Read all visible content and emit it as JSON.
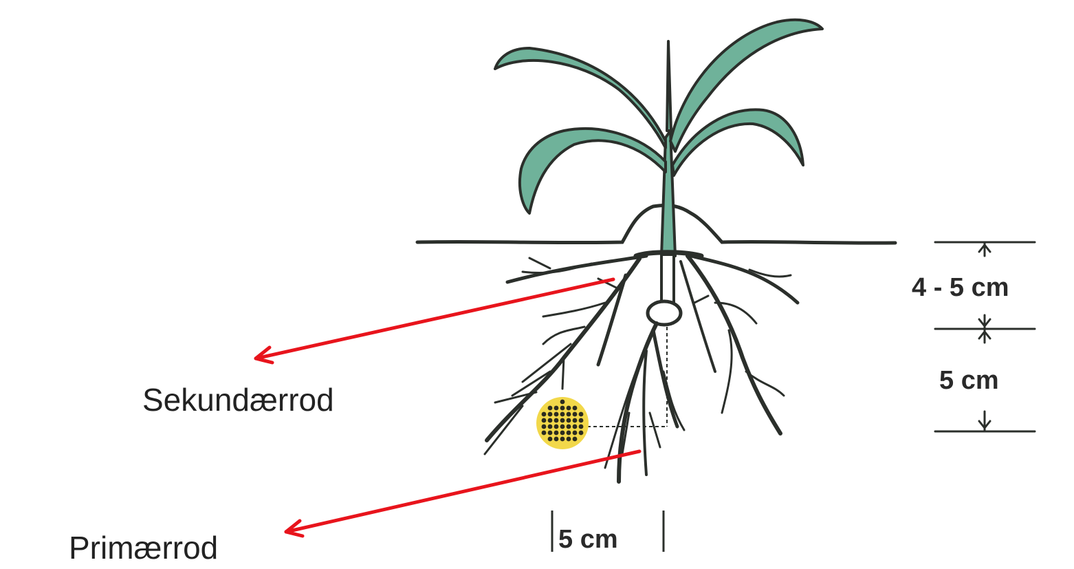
{
  "labels": {
    "secondary_root": "Sekundærrod",
    "primary_root": "Primærrod"
  },
  "dimensions": {
    "top_depth": "4 - 5 cm",
    "bottom_depth": "5 cm",
    "horizontal_offset": "5 cm"
  },
  "colors": {
    "arrow": "#e8141c",
    "leaf": "#6fb29a",
    "outline": "#2b2f2b",
    "fertilizer_granule": "#f2d84a",
    "fertilizer_dots": "#2b2b1f"
  }
}
